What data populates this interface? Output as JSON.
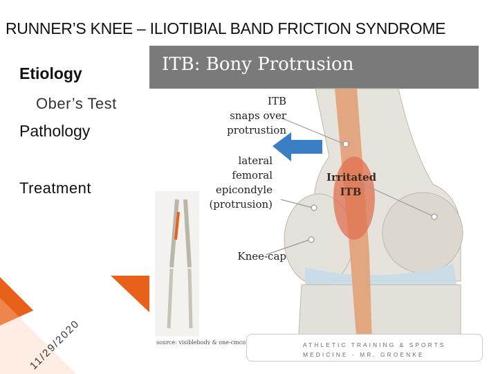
{
  "slide": {
    "title": "RUNNER’S KNEE – ILIOTIBIAL BAND FRICTION SYNDROME",
    "bullets": [
      "Etiology",
      "Ober’s Test",
      "Pathology",
      "Treatment"
    ],
    "date": "11/29/2020",
    "footer": "ATHLETIC TRAINING & SPORTS MEDICINE - MR. GROENKE"
  },
  "figure": {
    "title": "ITB: Bony Protrusion",
    "labels": {
      "itb_snaps": [
        "ITB",
        "snaps over",
        "protrustion"
      ],
      "epicondyle": [
        "lateral",
        "femoral",
        "epicondyle",
        "(protrusion)"
      ],
      "irritated": [
        "Irritated",
        "ITB"
      ],
      "kneecap": "Knee-cap"
    },
    "source": "source: visiblebody & one-cmcorp"
  },
  "colors": {
    "accent_orange": "#e8611a",
    "banner_gray": "#7a7a7a",
    "arrow_blue": "#3a7fc4",
    "itb_red": "#e07050"
  }
}
